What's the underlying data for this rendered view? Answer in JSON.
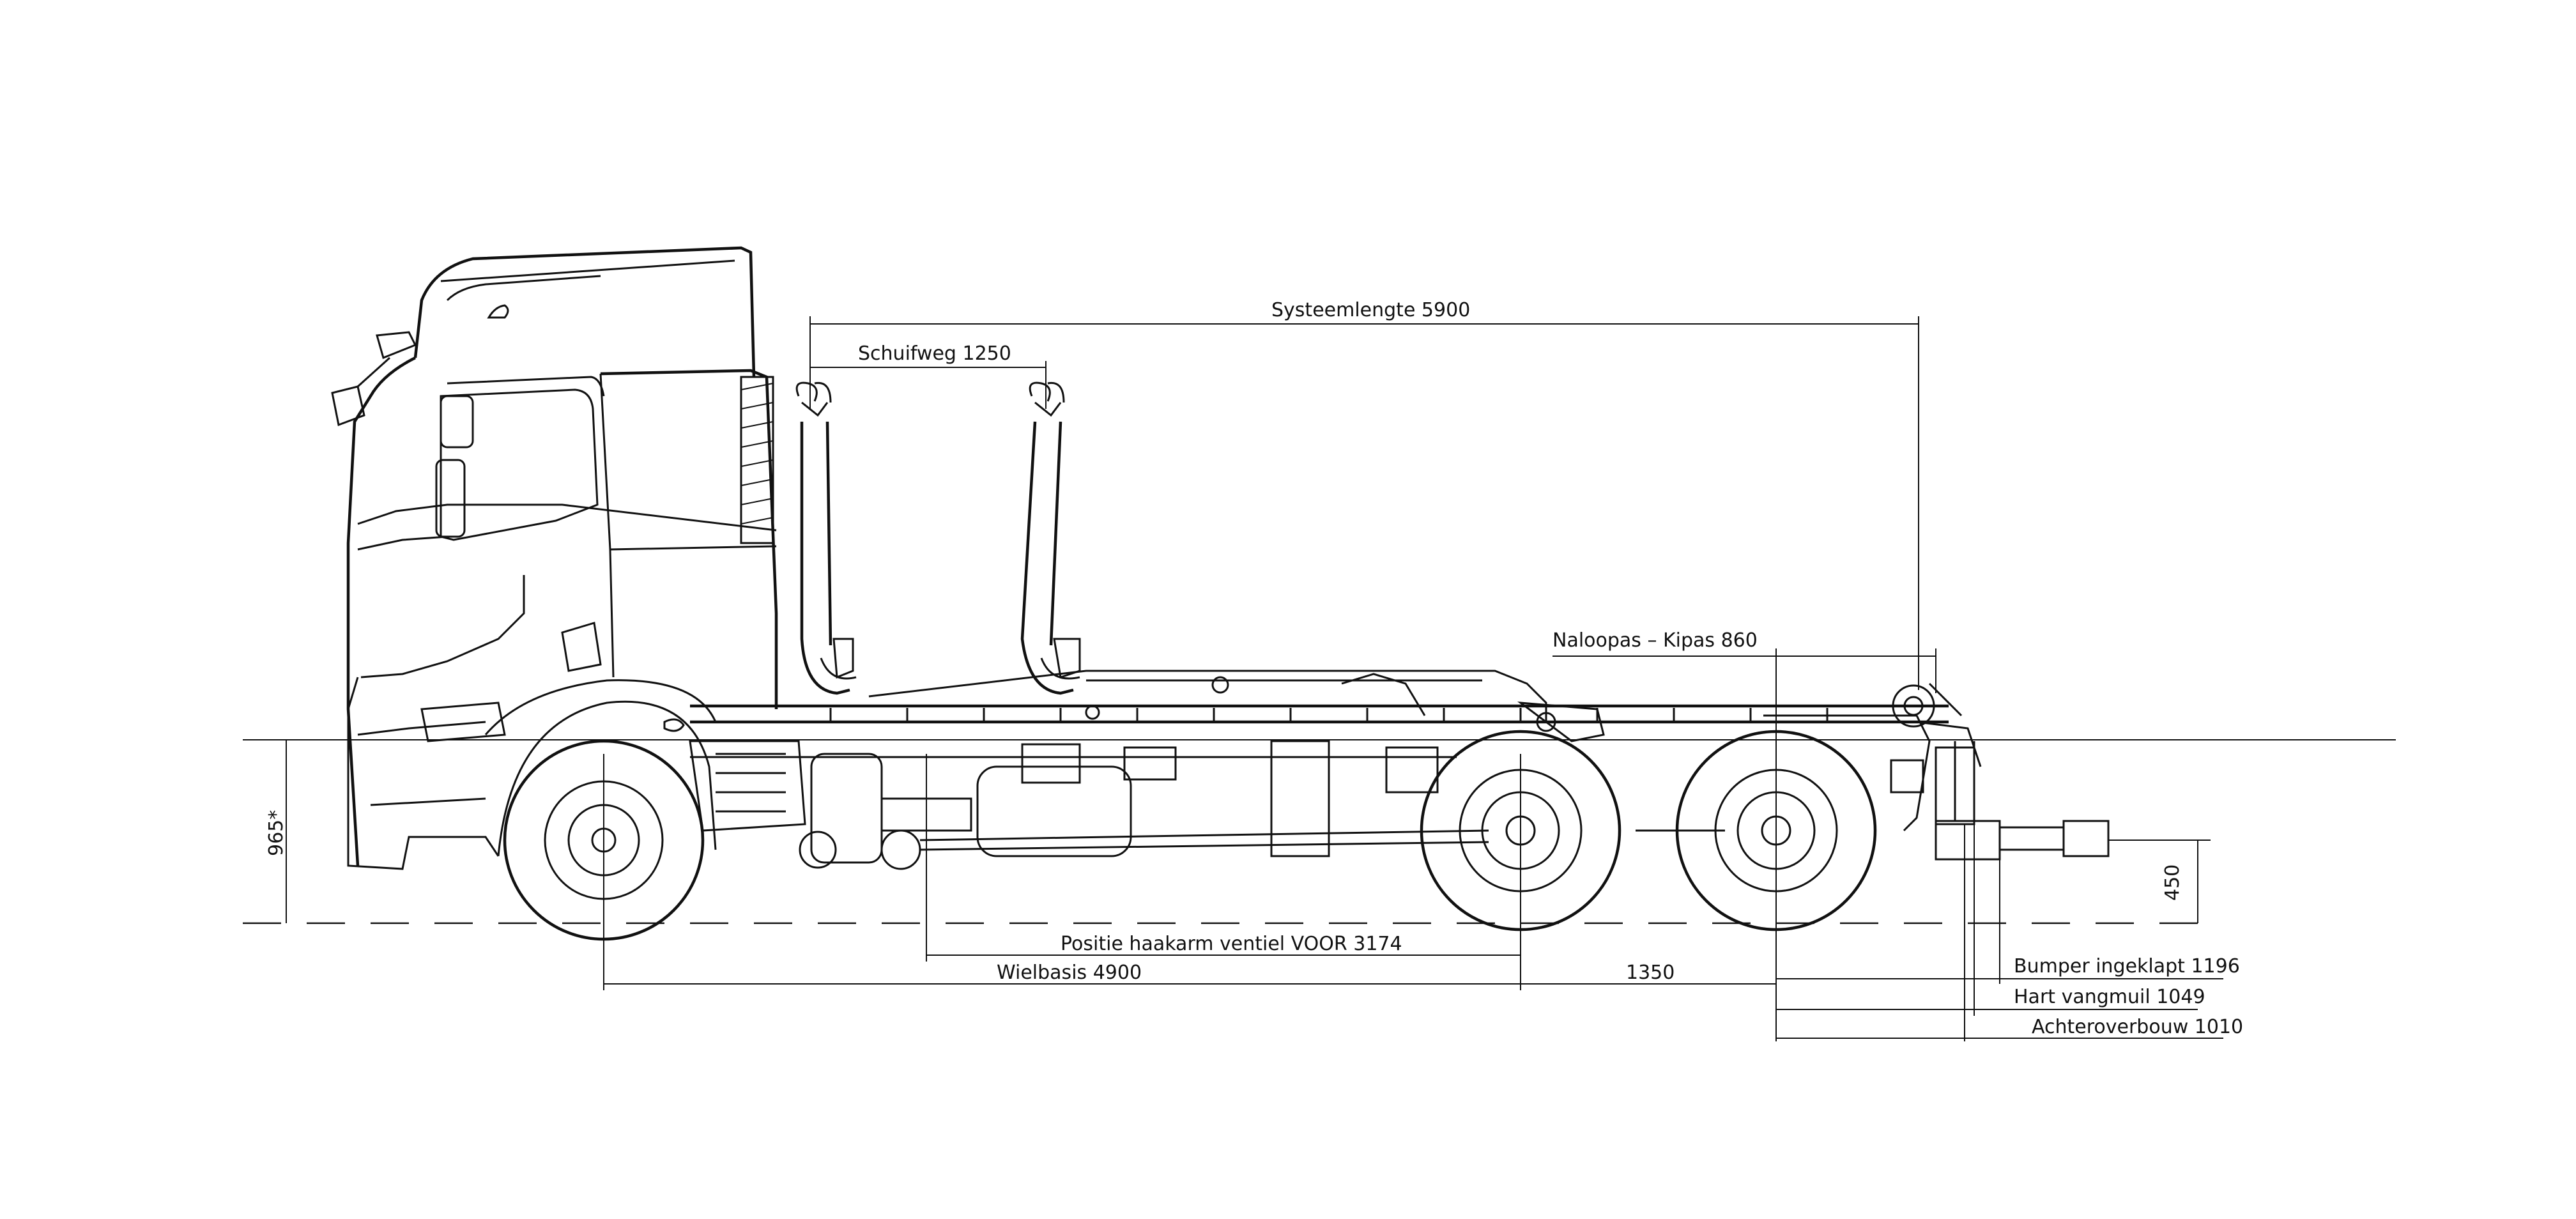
{
  "dimensions": {
    "systeemlengte": "Systeemlengte 5900",
    "schuifweg": "Schuifweg 1250",
    "naloopas": "Naloopas – Kipas 860",
    "positie_haakarm": "Positie haakarm ventiel VOOR 3174",
    "wielbasis": "Wielbasis 4900",
    "tandem": "1350",
    "bumper": "Bumper ingeklapt 1196",
    "hart_vangmuil": "Hart vangmuil 1049",
    "achteroverbouw": "Achteroverbouw 1010",
    "frame_height": "965*",
    "coupling_height": "450"
  },
  "icons": [
    "truck-cab-drawing",
    "hook-arm-drawing",
    "wheel-drawing",
    "tow-coupling-drawing"
  ]
}
